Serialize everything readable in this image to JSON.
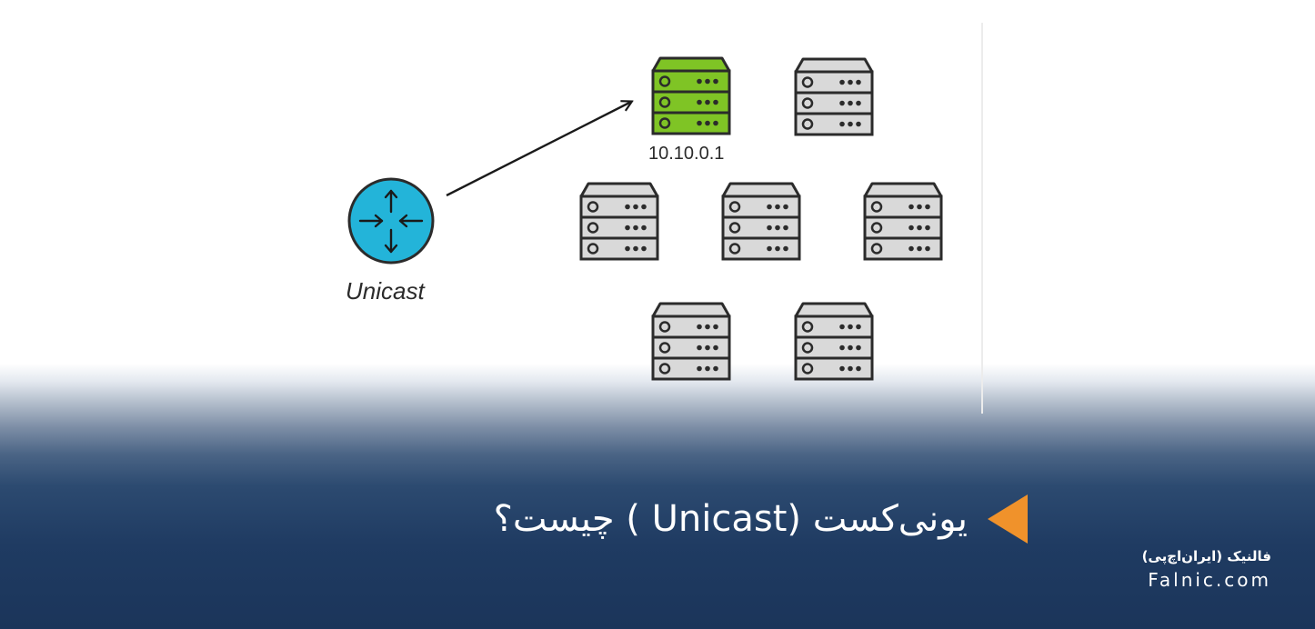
{
  "diagram": {
    "router_label": "Unicast",
    "target_ip": "10.10.0.1",
    "colors": {
      "target_server": "#7fc425",
      "router": "#23b4d9",
      "server": "#d8d8d8"
    }
  },
  "headline": {
    "text": "یونی‌کست (Unicast ) چیست؟"
  },
  "brand": {
    "name_fa": "فالنیک (ایران‌اچ‌پی)",
    "domain": "Falnic.com"
  },
  "icons": {
    "headline_marker": "play-icon"
  }
}
